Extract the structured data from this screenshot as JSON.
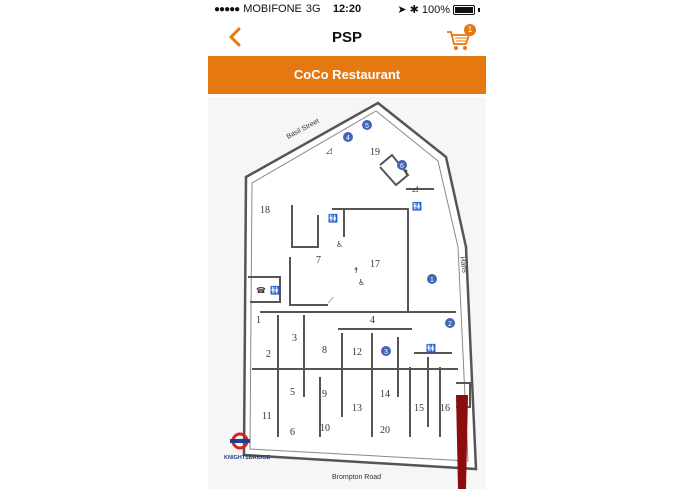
{
  "status_bar": {
    "carrier": "MOBIFONE",
    "network": "3G",
    "time": "12:20",
    "battery": "100%"
  },
  "nav": {
    "title": "PSP",
    "cart_count": "1"
  },
  "banner": {
    "title": "CoCo Restaurant"
  },
  "map": {
    "streets": {
      "basil": "Basil Street",
      "hans": "Hans",
      "brompton": "Brompton Road"
    },
    "station": "KNIGHTSBRIDGE",
    "areas": [
      "1",
      "2",
      "3",
      "4",
      "5",
      "6",
      "7",
      "8",
      "9",
      "10",
      "11",
      "12",
      "13",
      "14",
      "15",
      "16",
      "17",
      "18",
      "19",
      "20"
    ],
    "entrances": [
      "1",
      "2",
      "3",
      "4",
      "5",
      "6"
    ]
  },
  "colors": {
    "accent": "#e67812",
    "marker": "#4066b5",
    "pin": "#8b0d0d"
  }
}
